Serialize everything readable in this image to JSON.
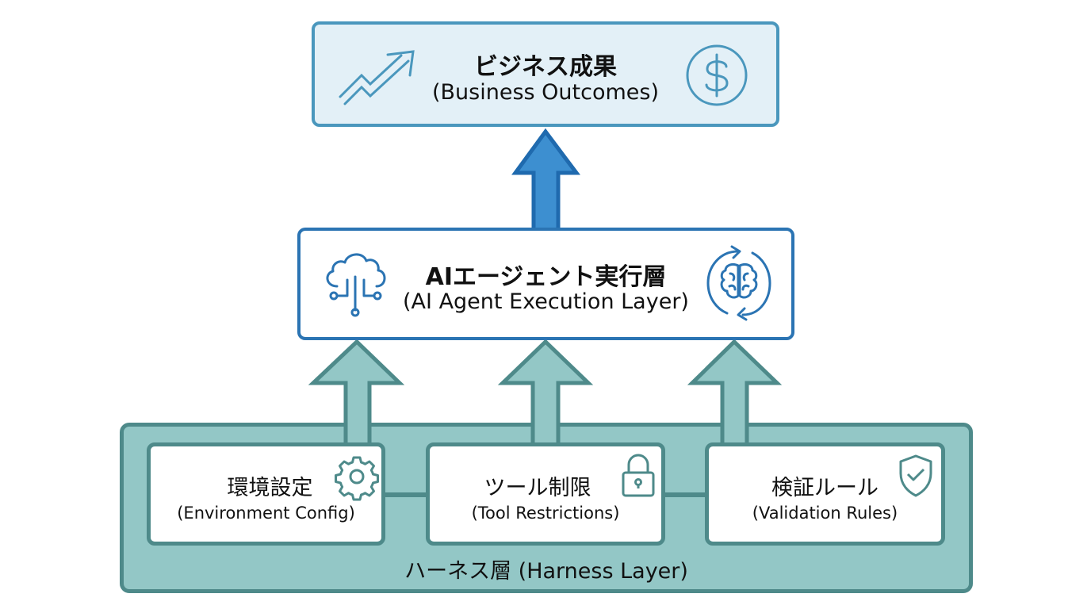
{
  "diagram": {
    "top": {
      "title_jp": "ビジネス成果",
      "title_en": "(Business Outcomes)",
      "left_icon": "trending-up-arrow-icon",
      "right_icon": "dollar-coin-icon",
      "color": "#4a97bd",
      "fill": "#e3f0f7"
    },
    "middle": {
      "title_jp": "AIエージェント実行層",
      "title_en": "(AI Agent Execution Layer)",
      "left_icon": "cloud-circuit-icon",
      "right_icon": "brain-cycle-icon",
      "color": "#2b74b3",
      "fill": "#ffffff"
    },
    "harness": {
      "label": "ハーネス層 (Harness Layer)",
      "color": "#4e8a8a",
      "fill": "#93c7c6",
      "components": [
        {
          "title_jp": "環境設定",
          "title_en": "(Environment Config)",
          "icon": "gear-icon"
        },
        {
          "title_jp": "ツール制限",
          "title_en": "(Tool Restrictions)",
          "icon": "lock-icon"
        },
        {
          "title_jp": "検証ルール",
          "title_en": "(Validation Rules)",
          "icon": "shield-check-icon"
        }
      ]
    },
    "arrows": {
      "main_color": "#3d8fd0",
      "main_stroke": "#1f6aae",
      "harness_color": "#93c7c6",
      "harness_stroke": "#4e8a8a"
    }
  }
}
